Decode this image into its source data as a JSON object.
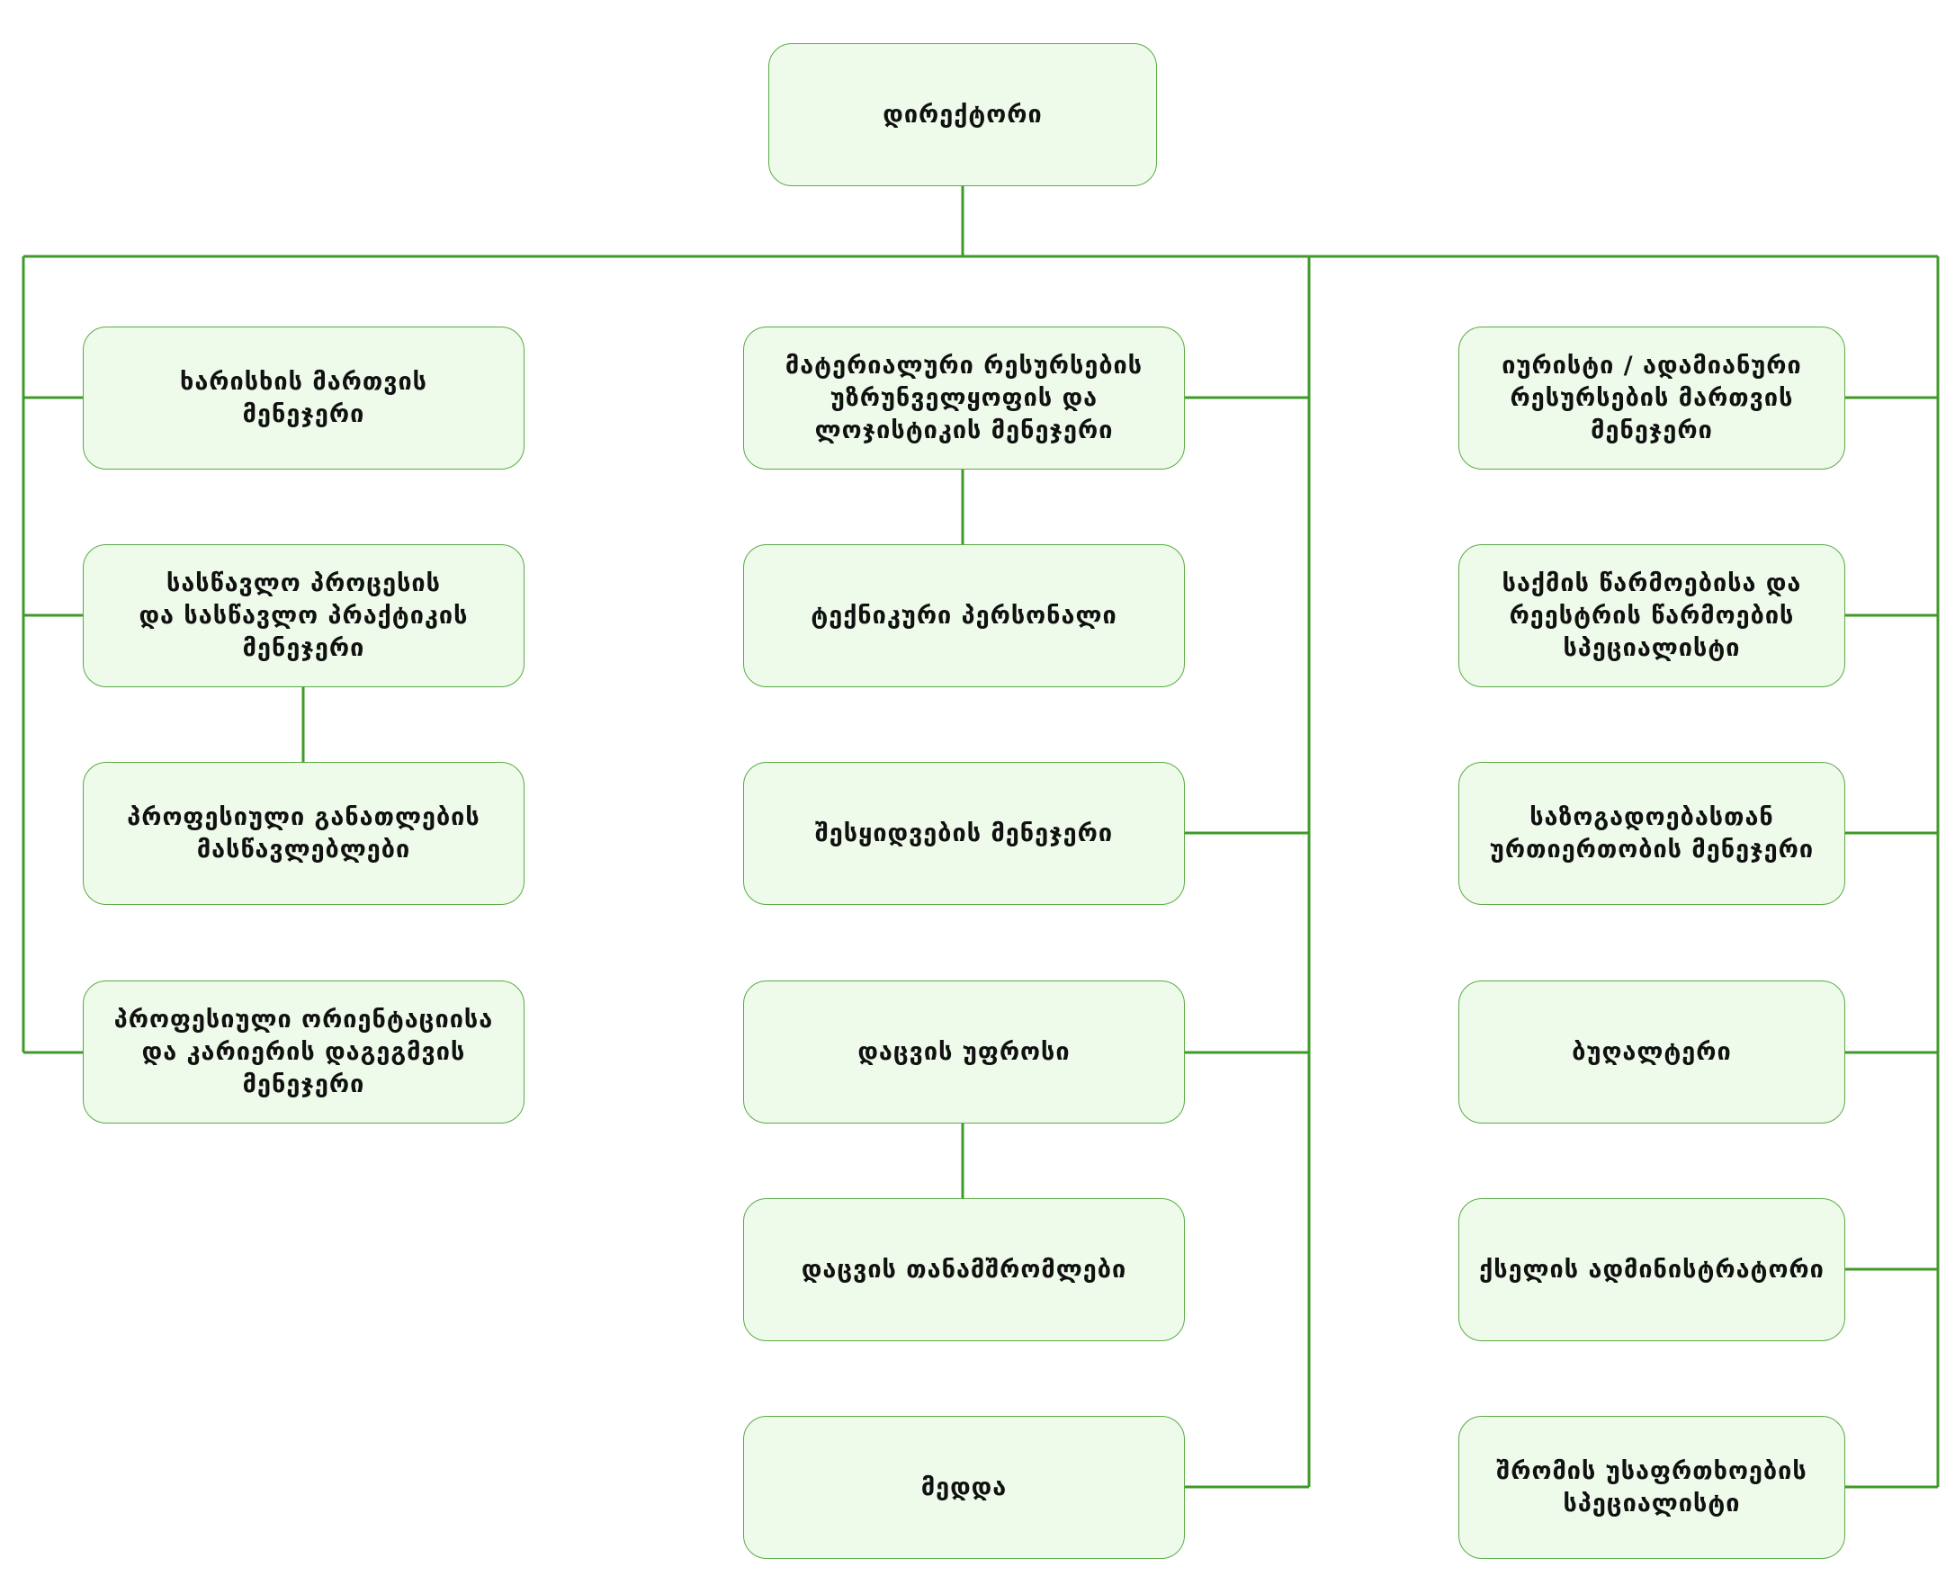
{
  "colors": {
    "line": "#3f9a2a",
    "node_fill": "#eefbea",
    "node_border": "#5aab45",
    "text": "#111111"
  },
  "director": {
    "label": "დირექტორი"
  },
  "left_column": [
    {
      "label": "ხარისხის მართვის\nმენეჯერი"
    },
    {
      "label": "სასწავლო პროცესის\nდა სასწავლო პრაქტიკის\nმენეჯერი"
    },
    {
      "label": "პროფესიული განათლების\nმასწავლებლები"
    },
    {
      "label": "პროფესიული ორიენტაციისა\nდა კარიერის დაგეგმვის\nმენეჯერი"
    }
  ],
  "middle_column": [
    {
      "label": "მატერიალური რესურსების\nუზრუნველყოფის და\nლოჯისტიკის მენეჯერი"
    },
    {
      "label": "ტექნიკური პერსონალი"
    },
    {
      "label": "შესყიდვების მენეჯერი"
    },
    {
      "label": "დაცვის უფროსი"
    },
    {
      "label": "დაცვის თანამშრომლები"
    },
    {
      "label": "მედდა"
    }
  ],
  "right_column": [
    {
      "label": "იურისტი / ადამიანური\nრესურსების მართვის\nმენეჯერი"
    },
    {
      "label": "საქმის წარმოებისა და\nრეესტრის წარმოების\nსპეციალისტი"
    },
    {
      "label": "საზოგადოებასთან\nურთიერთობის მენეჯერი"
    },
    {
      "label": "ბუღალტერი"
    },
    {
      "label": "ქსელის ადმინისტრატორი"
    },
    {
      "label": "შრომის უსაფრთხოების\nსპეციალისტი"
    }
  ]
}
